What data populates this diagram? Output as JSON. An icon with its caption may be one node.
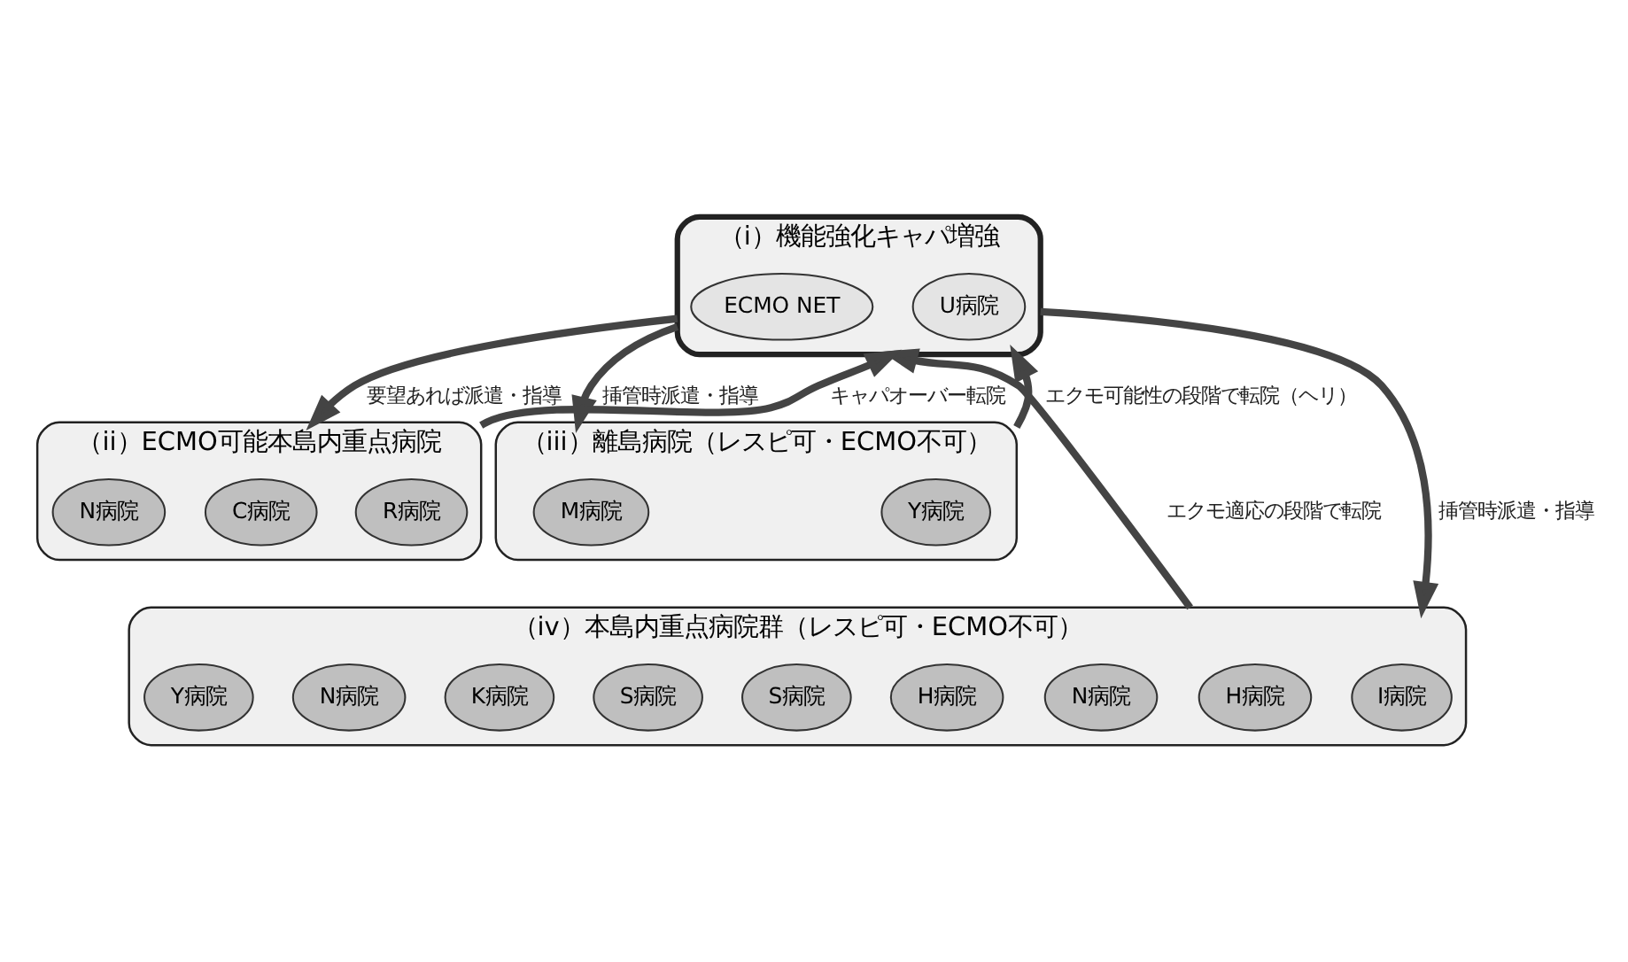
{
  "diagram": {
    "nodes": [
      {
        "text": [
          "（i）機能強化キャパ増強"
        ]
      },
      {
        "text": [
          "ECMO NET"
        ],
        "in": 0
      },
      {
        "text": [
          "U病院"
        ],
        "in": 0
      },
      {
        "text": [
          "（ii）ECMO可能本島内重点病院"
        ]
      },
      {
        "text": [
          "C病院"
        ],
        "in": 3
      },
      {
        "text": [
          "R病院"
        ],
        "in": 3
      },
      {
        "text": [
          "N病院"
        ],
        "in": 3
      },
      {
        "text": [
          "（iii）離島病院（レスピ可・ECMO不可）"
        ]
      },
      {
        "text": [
          "M病院"
        ],
        "in": 7
      },
      {
        "text": [
          "Y病院"
        ],
        "in": 7
      },
      {
        "text": [
          "（iv）本島内重点病院群（レスピ可・ECMO不可）"
        ]
      },
      {
        "text": [
          "H病院"
        ],
        "in": 10
      },
      {
        "text": [
          "I病院"
        ],
        "in": 10
      },
      {
        "text": [
          "N病院"
        ],
        "in": 10
      },
      {
        "text": [
          "H病院"
        ],
        "in": 10
      },
      {
        "text": [
          "S病院"
        ],
        "in": 10
      },
      {
        "text": [
          "S病院"
        ],
        "in": 10
      },
      {
        "text": [
          "K病院"
        ],
        "in": 10
      },
      {
        "text": [
          "N病院"
        ],
        "in": 10
      },
      {
        "text": [
          "Y病院"
        ],
        "in": 10
      }
    ],
    "edges": [
      {
        "from": 0,
        "to": 3,
        "arrow": "to",
        "label": "要望あれば派遣・指導"
      },
      {
        "from": 3,
        "to": 0,
        "arrow": "to",
        "label": "キャパオーバー転院"
      },
      {
        "from": 0,
        "to": 7,
        "arrow": "to",
        "label": "挿管時派遣・指導"
      },
      {
        "from": 7,
        "to": 0,
        "arrow": "to",
        "label": "エクモ可能性の段階で転院（ヘリ）"
      },
      {
        "from": 10,
        "to": 0,
        "arrow": "to",
        "label": "エクモ適応の段階で転院"
      },
      {
        "from": 0,
        "to": 10,
        "arrow": "to",
        "label": "挿管時派遣・指導"
      }
    ]
  }
}
